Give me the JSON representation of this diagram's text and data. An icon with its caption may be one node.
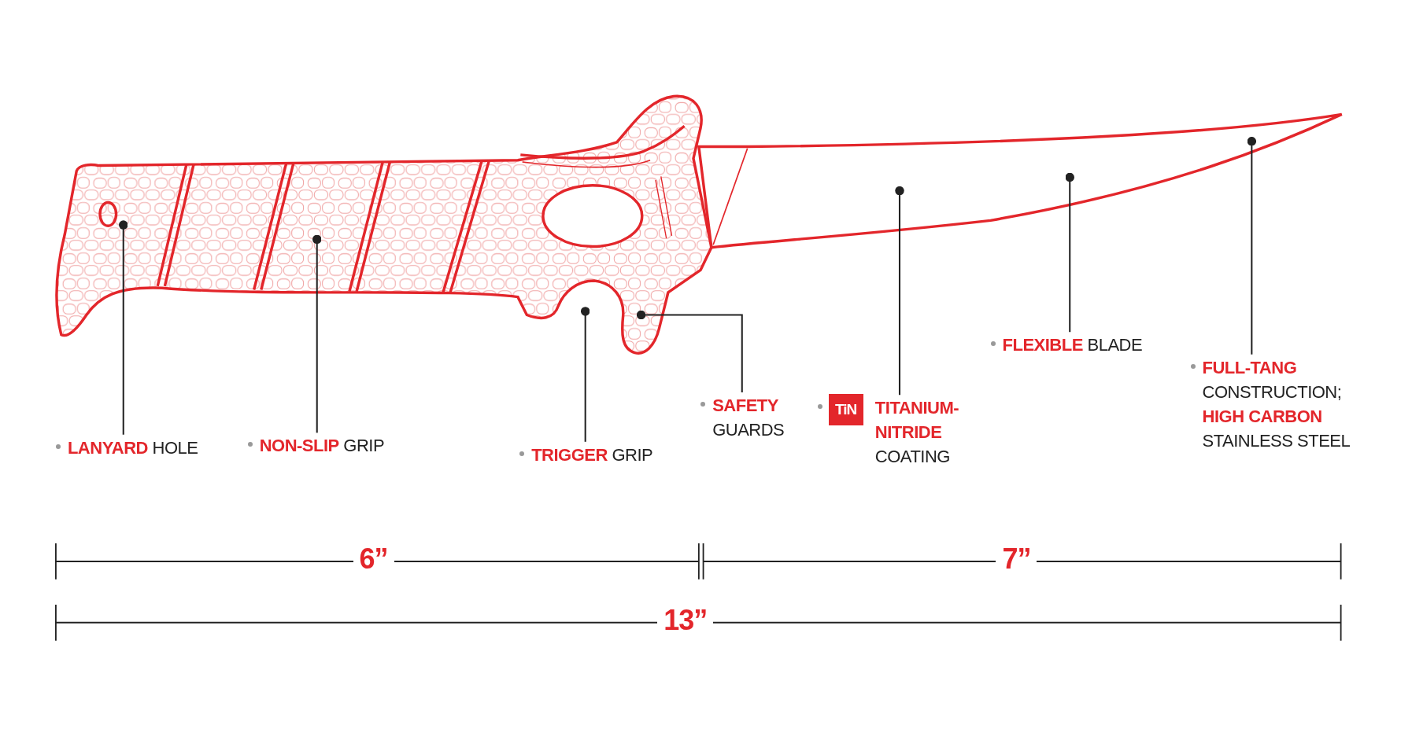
{
  "diagram": {
    "nodes": [
      {
        "text": [
          "**LANYARD** HOLE"
        ]
      },
      {
        "text": [
          "**NON-SLIP** GRIP"
        ]
      },
      {
        "text": [
          "**TRIGGER** GRIP"
        ]
      },
      {
        "text": [
          "**SAFETY** GUARDS"
        ]
      },
      {
        "text": [
          "**TITANIUM-NITRIDE** COATING"
        ]
      },
      {
        "text": [
          "**FLEXIBLE** BLADE"
        ]
      },
      {
        "text": [
          "**FULL-TANG** CONSTRUCTION; **HIGH CARBON** STAINLESS STEEL"
        ]
      }
    ],
    "edges": [
      {
        "from": 0,
        "to": null,
        "arrow": "other"
      },
      {
        "from": 1,
        "to": null,
        "arrow": "other"
      },
      {
        "from": 2,
        "to": null,
        "arrow": "other"
      },
      {
        "from": 3,
        "to": null,
        "arrow": "other"
      },
      {
        "from": 4,
        "to": null,
        "arrow": "other"
      },
      {
        "from": 5,
        "to": null,
        "arrow": "other"
      },
      {
        "from": 6,
        "to": null,
        "arrow": "other"
      }
    ],
    "labels": [
      "TiN",
      "6”",
      "7”",
      "13”"
    ]
  }
}
